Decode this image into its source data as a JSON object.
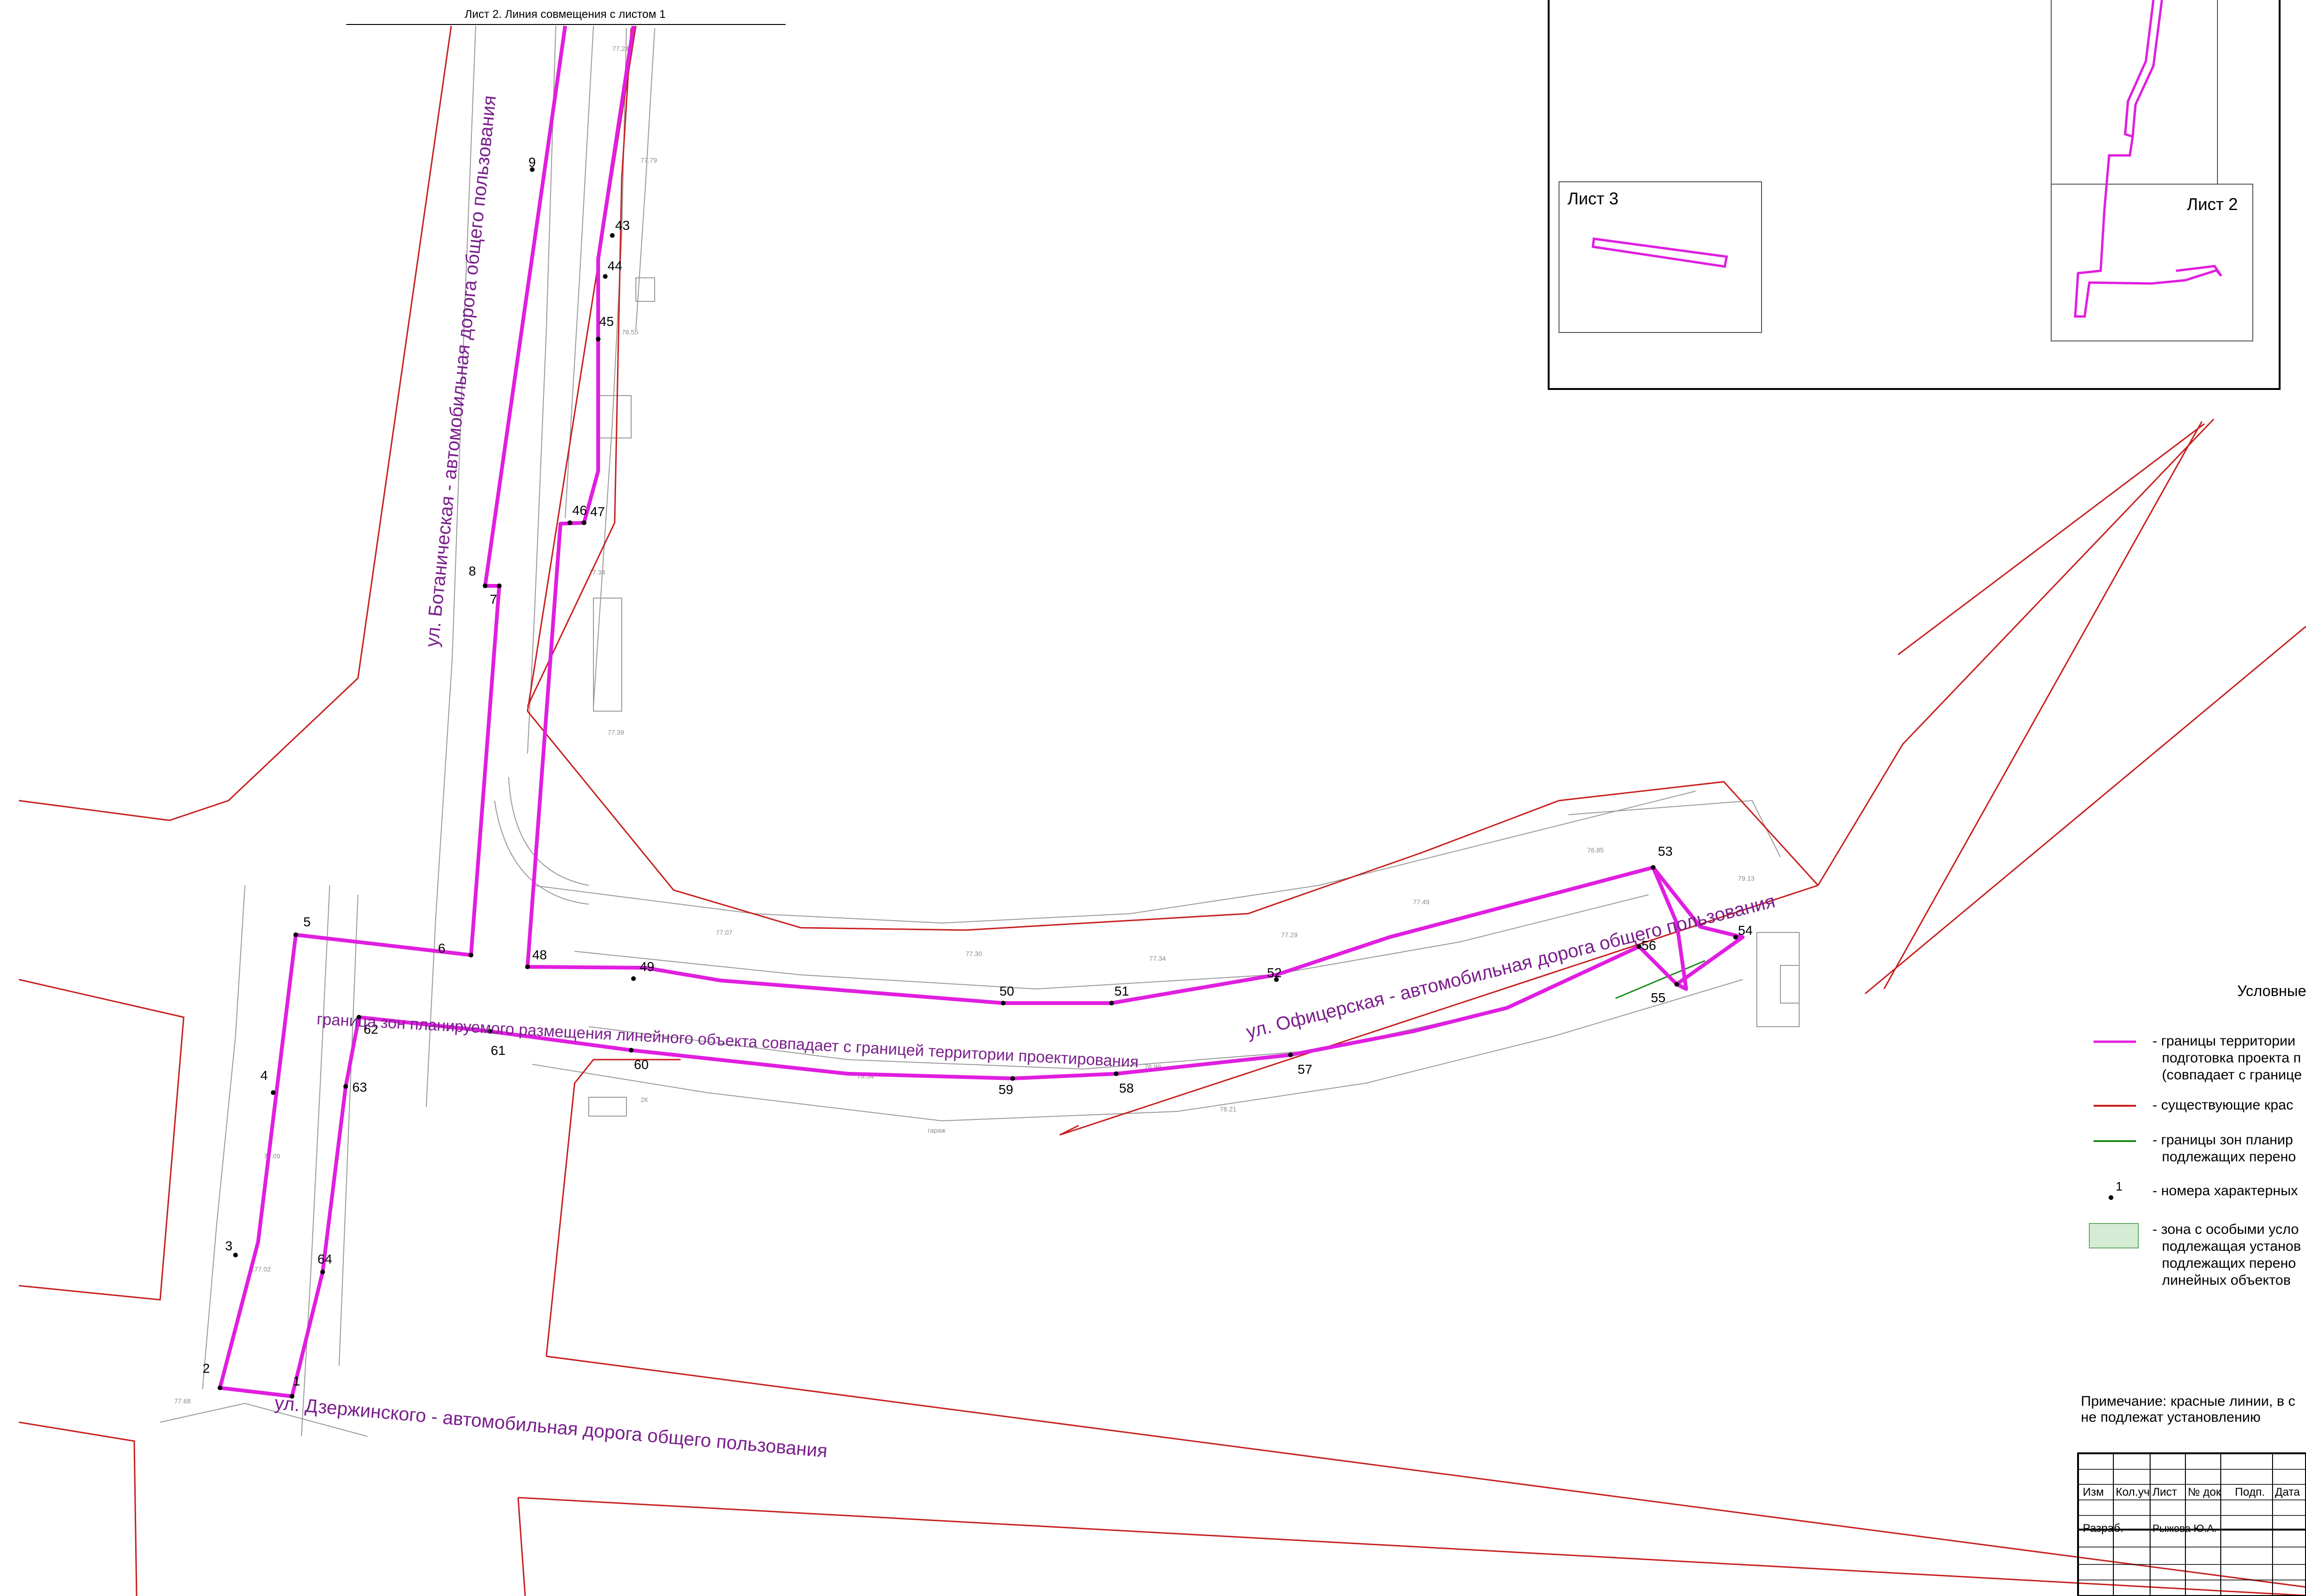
{
  "sheet_header": "Лист 2. Линия совмещения с листом 1",
  "streets": {
    "botanicheskaya": "ул. Ботаническая - автомобильная дорога общего пользования",
    "ofitserskaya": "ул. Офицерская - автомобильная дорога общего пользования",
    "dzerzhinskogo": "ул. Дзержинского - автомобильная дорога общего пользования",
    "zone_note": "граница зон планируемого размещения линейного объекта совпадает с границей территории проектирования"
  },
  "points": {
    "p1": "1",
    "p2": "2",
    "p3": "3",
    "p4": "4",
    "p5": "5",
    "p6": "6",
    "p7": "7",
    "p8": "8",
    "p9": "9",
    "p43": "43",
    "p44": "44",
    "p45": "45",
    "p46": "46",
    "p47": "47",
    "p48": "48",
    "p49": "49",
    "p50": "50",
    "p51": "51",
    "p52": "52",
    "p53": "53",
    "p54": "54",
    "p55": "55",
    "p56": "56",
    "p57": "57",
    "p58": "58",
    "p59": "59",
    "p60": "60",
    "p61": "61",
    "p62": "62",
    "p63": "63",
    "p64": "64"
  },
  "keymap": {
    "sheet3": "Лист 3",
    "sheet2": "Лист 2"
  },
  "legend": {
    "title": "Условные",
    "item1": [
      "- границы территории",
      "подготовка проекта п",
      "(совпадает с границе"
    ],
    "item2": [
      "- существующие крас"
    ],
    "item3": [
      "- границы зон планир",
      "подлежащих перено"
    ],
    "item4": [
      "- номера характерных"
    ],
    "item4_sample": "1",
    "item5": [
      "- зона с особыми усло",
      "подлежащая установ",
      "подлежащих перено",
      "линейных объектов"
    ]
  },
  "note": [
    "Примечание: красные линии, в с",
    "не подлежат установлению"
  ],
  "title_block": {
    "izm": "Изм",
    "kol": "Кол.уч",
    "list": "Лист",
    "ndok": "№ док",
    "podp": "Подп.",
    "data": "Дата",
    "razrab": "Разраб.",
    "author": "Рыжова Ю.А."
  },
  "colors": {
    "boundary": "#e01ee0",
    "red_line": "#c81e1e",
    "zone_border": "#1e8c1e",
    "zone_fill": "#d4ecd4",
    "street_text": "#7a1f8c"
  }
}
